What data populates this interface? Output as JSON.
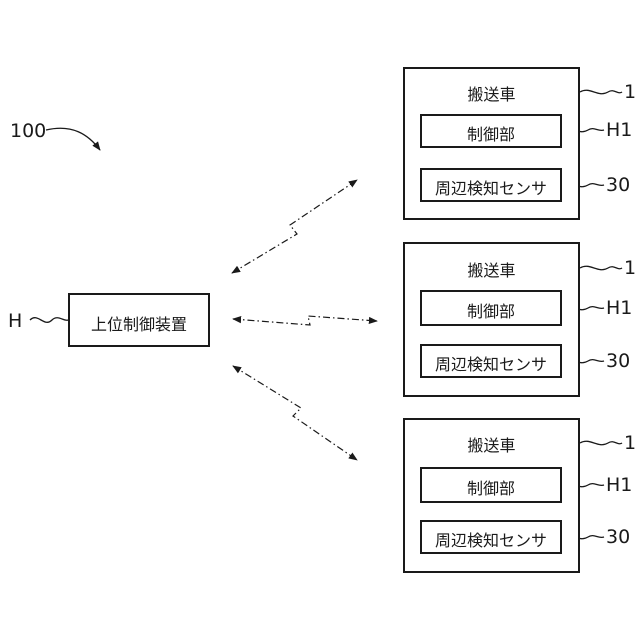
{
  "diagram": {
    "system_ref": "100",
    "host": {
      "ref": "H",
      "label": "上位制御装置"
    },
    "vehicles": [
      {
        "title": "搬送車",
        "ref": "1",
        "controller": {
          "label": "制御部",
          "ref": "H1"
        },
        "sensor": {
          "label": "周辺検知センサ",
          "ref": "30"
        }
      },
      {
        "title": "搬送車",
        "ref": "1",
        "controller": {
          "label": "制御部",
          "ref": "H1"
        },
        "sensor": {
          "label": "周辺検知センサ",
          "ref": "30"
        }
      },
      {
        "title": "搬送車",
        "ref": "1",
        "controller": {
          "label": "制御部",
          "ref": "H1"
        },
        "sensor": {
          "label": "周辺検知センサ",
          "ref": "30"
        }
      }
    ],
    "links": [
      {
        "from": "host",
        "to": "vehicle-1",
        "type": "wireless-bidirectional"
      },
      {
        "from": "host",
        "to": "vehicle-2",
        "type": "wireless-bidirectional"
      },
      {
        "from": "host",
        "to": "vehicle-3",
        "type": "wireless-bidirectional"
      }
    ],
    "colors": {
      "line": "#1a1a1a",
      "background": "#ffffff"
    }
  }
}
